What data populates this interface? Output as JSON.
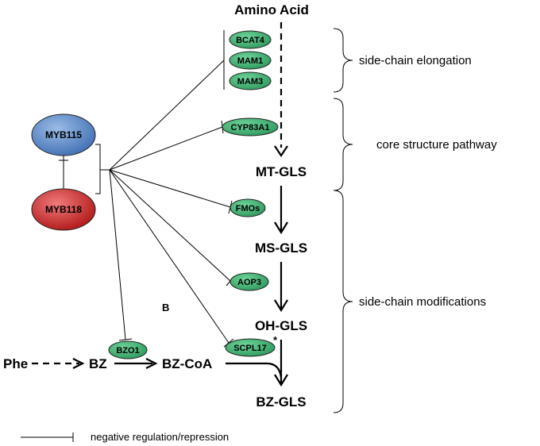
{
  "title": "Amino Acid",
  "metabolites": {
    "mt_gls": "MT-GLS",
    "ms_gls": "MS-GLS",
    "oh_gls": "OH-GLS",
    "bz_gls": "BZ-GLS",
    "phe": "Phe",
    "bz": "BZ",
    "bz_coa": "BZ-CoA"
  },
  "enzymes": {
    "bcat4": "BCAT4",
    "mam1": "MAM1",
    "mam3": "MAM3",
    "cyp83a1": "CYP83A1",
    "fmos": "FMOs",
    "aop3": "AOP3",
    "bzo1": "BZO1",
    "scpl17": "SCPL17",
    "scpl17_mark": "*"
  },
  "regulators": {
    "myb115": "MYB115",
    "myb118": "MYB118"
  },
  "stages": {
    "elongation": "side-chain elongation",
    "core": "core structure pathway",
    "modifications": "side-chain modifications"
  },
  "panel_letter": "B",
  "legend": {
    "label": "negative regulation/repression"
  },
  "colors": {
    "enzyme_fill": "#3fb274",
    "myb115_fill": "#5b87c6",
    "myb118_fill": "#cf2a2a"
  }
}
